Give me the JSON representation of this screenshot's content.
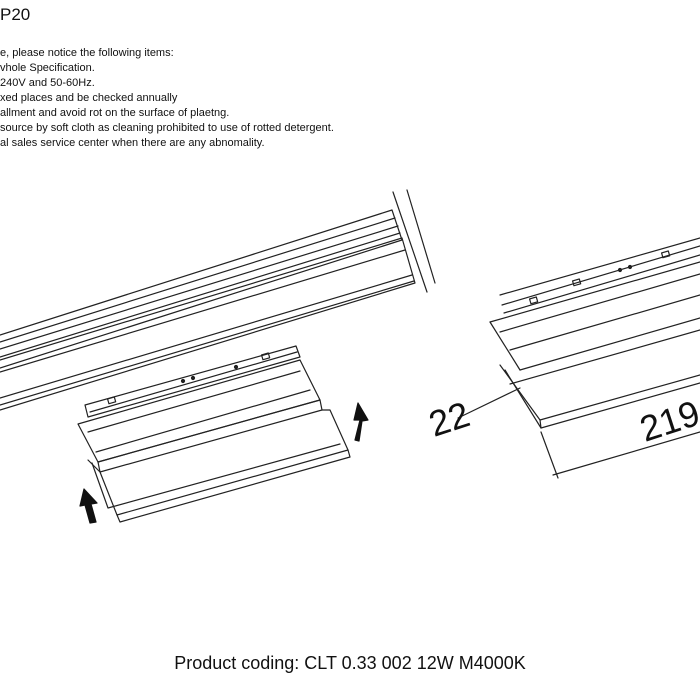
{
  "header": {
    "ip_rating": "P20"
  },
  "notes": [
    "e, please notice the following items:",
    "vhole Specification.",
    "240V and 50-60Hz.",
    "xed places and be checked annually",
    "allment and avoid rot on the surface of plaetng.",
    "source by soft cloth as cleaning prohibited to use of rotted detergent.",
    "al sales service center when there are any abnomality."
  ],
  "dimensions": {
    "height": "22",
    "length": "219"
  },
  "footer": {
    "product_coding": "Product coding: CLT 0.33 002 12W M4000K"
  },
  "colors": {
    "line": "#222222",
    "arrow": "#111111"
  }
}
